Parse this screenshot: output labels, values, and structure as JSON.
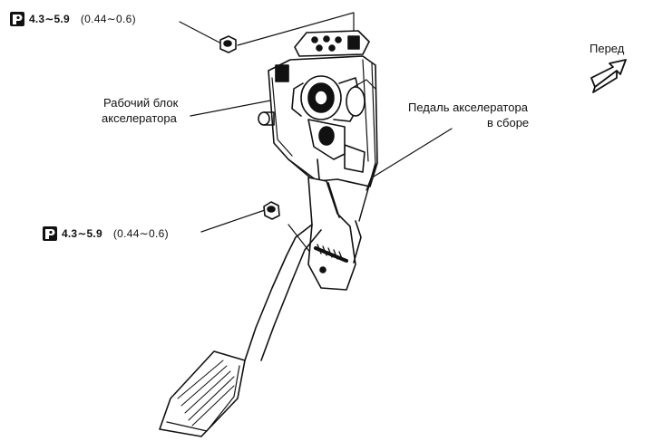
{
  "labels": {
    "front": "Перед",
    "operating_unit_line1": "Рабочий блок",
    "operating_unit_line2": "акселератора",
    "pedal_assembly_line1": "Педаль акселератора",
    "pedal_assembly_line2": "в сборе"
  },
  "torque_specs": [
    {
      "value": "4.3∼5.9",
      "alt_value": "(0.44∼0.6)"
    },
    {
      "value": "4.3∼5.9",
      "alt_value": "(0.44∼0.6)"
    }
  ],
  "icons": {
    "torque": "torque-wrench-icon",
    "direction": "front-arrow-icon"
  }
}
